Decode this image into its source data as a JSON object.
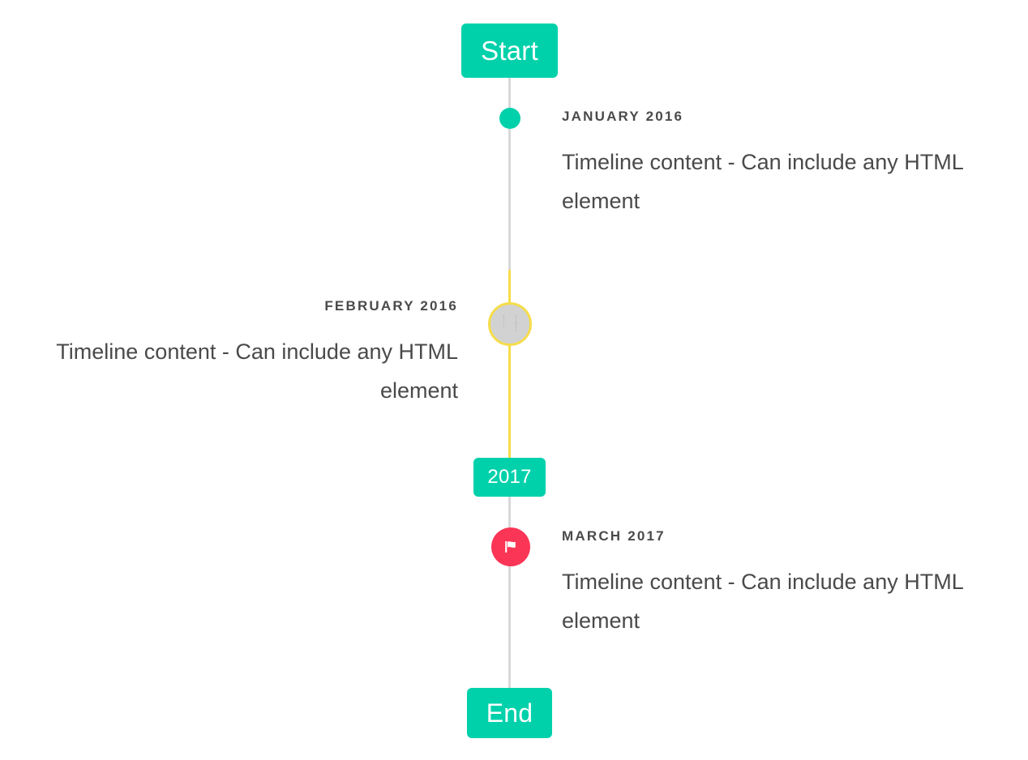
{
  "colors": {
    "accent_teal": "#00d1ab",
    "accent_yellow": "#f5dd4b",
    "accent_pink": "#fa3556",
    "rail_gray": "#d8d8d8",
    "text_gray": "#4a4a4a",
    "background": "#ffffff"
  },
  "timeline": {
    "start_label": "Start",
    "year_label": "2017",
    "end_label": "End",
    "entries": [
      {
        "date": "JANUARY 2016",
        "body": "Timeline content - Can include any HTML element",
        "side": "right",
        "marker": "dot-icon"
      },
      {
        "date": "FEBRUARY 2016",
        "body": "Timeline content - Can include any HTML element",
        "side": "left",
        "marker": "placeholder-icon",
        "marker_glyph": "] ]\n· ]"
      },
      {
        "date": "MARCH 2017",
        "body": "Timeline content - Can include any HTML element",
        "side": "right",
        "marker": "flag-icon"
      }
    ]
  }
}
